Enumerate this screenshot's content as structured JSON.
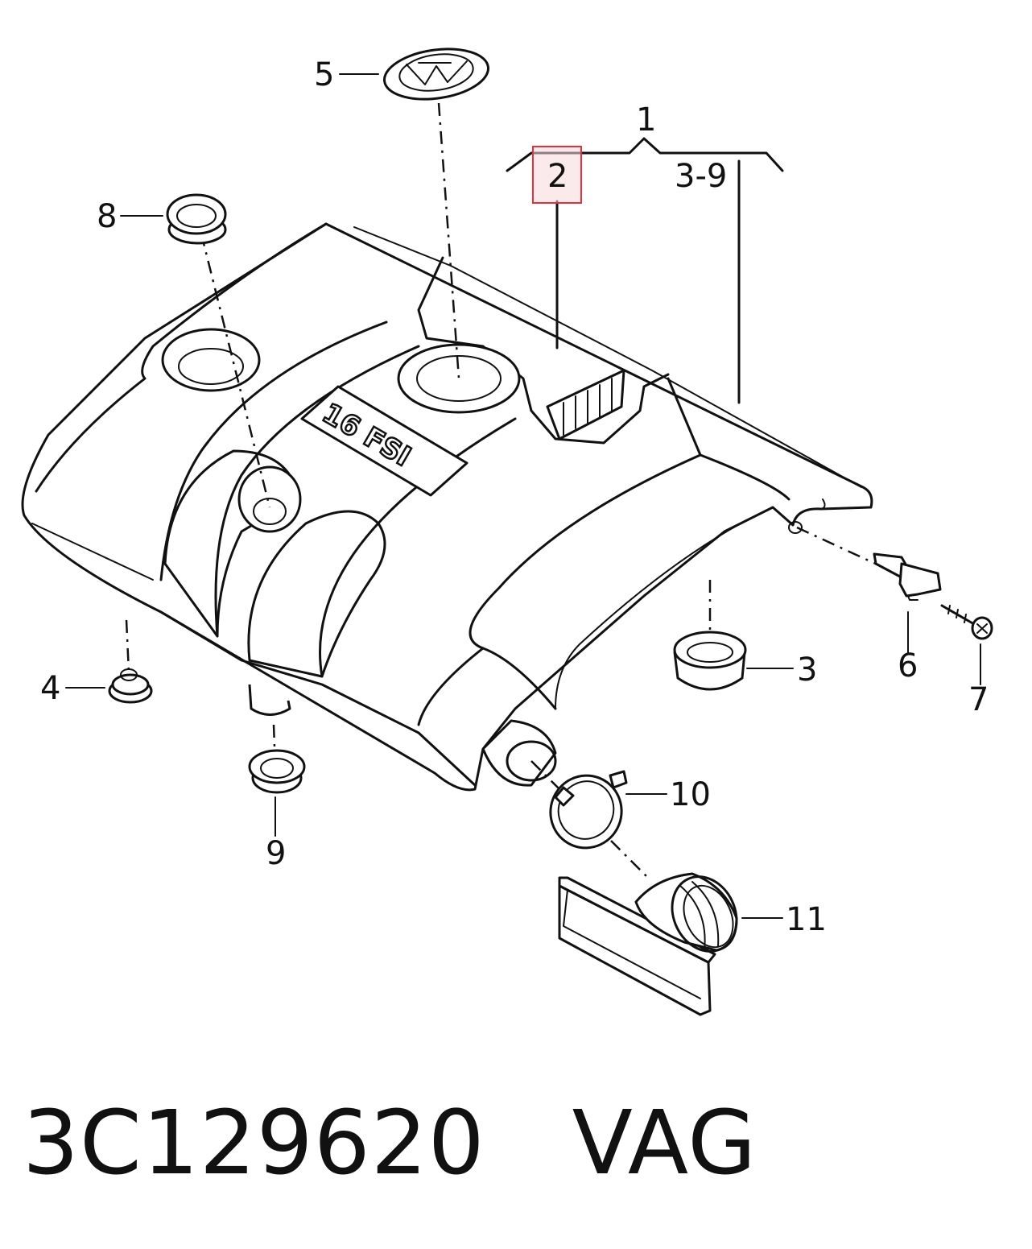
{
  "labels": {
    "l1": "1",
    "l2": "2",
    "l3": "3",
    "l4": "4",
    "l5": "5",
    "l6": "6",
    "l7": "7",
    "l8": "8",
    "l9": "9",
    "l10": "10",
    "l11": "11",
    "range": "3-9"
  },
  "emblem_text": "16 FSI",
  "caption": "3C129620   VAG",
  "highlight_color": "#e0313c"
}
